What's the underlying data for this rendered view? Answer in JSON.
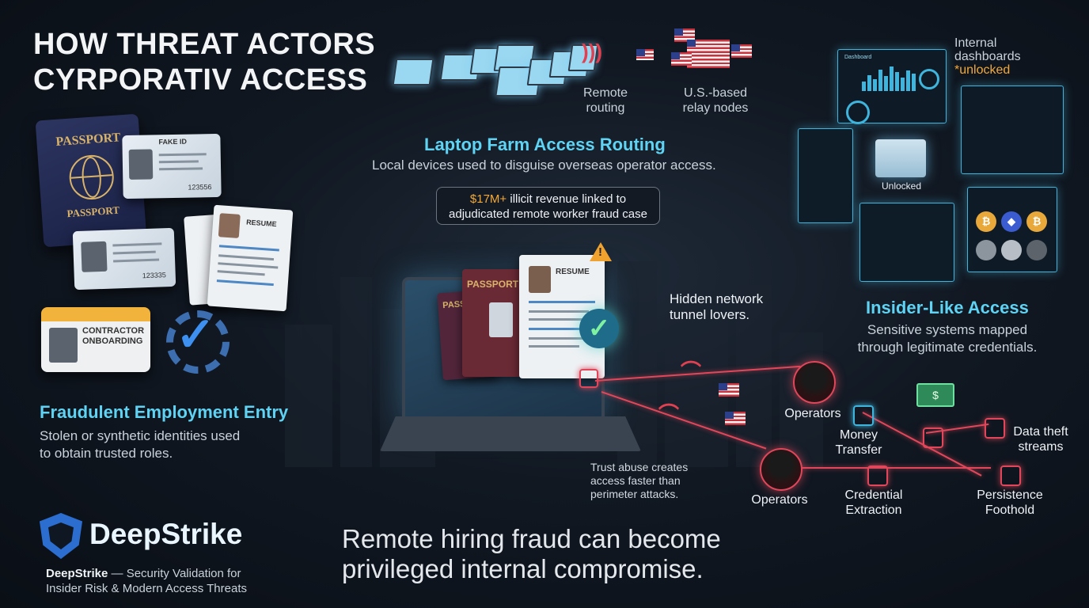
{
  "title_line1": "HOW THREAT ACTORS",
  "title_line2": "CYRPORATIV ACCESS",
  "fraud": {
    "heading": "Fraudulent Employment Entry",
    "desc_line1": "Stolen or synthetic identities used",
    "desc_line2": "to obtain trusted roles.",
    "passport_top": "PASSPORT",
    "passport_bottom": "PASSPORT",
    "fake_id_label": "FAKE ID",
    "id_number_1": "123556",
    "id_number_2": "123335",
    "resume_label": "RESUME",
    "badge_line1": "CONTRACTOR",
    "badge_line2": "ONBOARDING"
  },
  "farm": {
    "heading": "Laptop Farm Access Routing",
    "desc": "Local devices used to disguise overseas operator access.",
    "remote_routing_1": "Remote",
    "remote_routing_2": "routing",
    "relay_1": "U.S.-based",
    "relay_2": "relay nodes"
  },
  "callout": {
    "amount": "$17M+",
    "line1_rest": " illicit revenue linked to",
    "line2": "adjudicated remote worker fraud case"
  },
  "laptop": {
    "resume_label": "RESUME",
    "passport_label_1": "PASSPORT",
    "passport_label_2": "PASSPORT",
    "hidden_1": "Hidden network",
    "hidden_2": "tunnel lovers.",
    "trust_1": "Trust abuse creates",
    "trust_2": "access faster than",
    "trust_3": "perimeter attacks."
  },
  "insider": {
    "heading": "Insider-Like Access",
    "desc_line1": "Sensitive systems mapped",
    "desc_line2": "through legitimate credentials.",
    "internal_1": "Internal",
    "internal_2": "dashboards",
    "internal_3": "*unlocked",
    "unlocked": "Unlocked",
    "dashboard_label": "Dashboard",
    "bar_heights": [
      0.35,
      0.6,
      0.45,
      0.8,
      0.55,
      0.9,
      0.7,
      0.5,
      0.75,
      0.65
    ]
  },
  "network": {
    "operators_1": "Operators",
    "operators_2": "Operators",
    "money_1": "Money",
    "money_2": "Transfer",
    "credential_1": "Credential",
    "credential_2": "Extraction",
    "data_1": "Data theft",
    "data_2": "streams",
    "persist_1": "Persistence",
    "persist_2": "Foothold"
  },
  "brand": {
    "name": "DeepStrike",
    "desc_bold": "DeepStrike",
    "desc_line1_rest": " — Security Validation for",
    "desc_line2": "Insider Risk & Modern Access Threats"
  },
  "tagline_line1": "Remote hiring fraud can become",
  "tagline_line2": "privileged internal compromise.",
  "colors": {
    "accent_cyan": "#5fd3f3",
    "alert_red": "#e0475a",
    "amount_orange": "#f2a93b"
  }
}
